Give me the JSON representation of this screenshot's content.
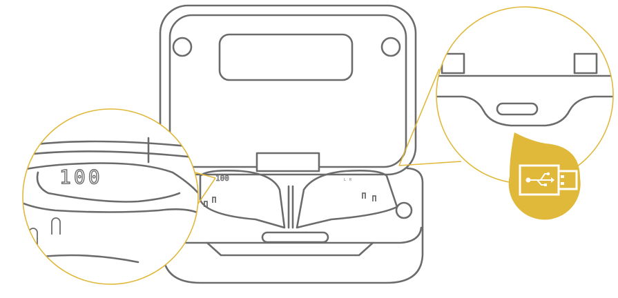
{
  "diagram": {
    "left_callout": {
      "display_text": "100"
    },
    "case": {
      "display_text": "100",
      "left_label": "L",
      "right_label": "R"
    },
    "right_callout": {
      "port": "usb-c-port"
    },
    "badge": {
      "icon": "usb-icon",
      "color": "#e0b83a"
    },
    "line_color": "#6b6b6b",
    "callout_color": "#e0b83a"
  }
}
